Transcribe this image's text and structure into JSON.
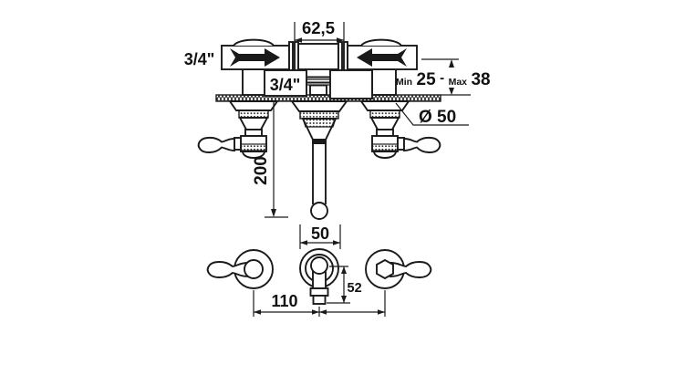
{
  "drawing": {
    "labels": {
      "thread_left": "3/4\"",
      "thread_center": "3/4\"",
      "escutcheon_diameter": "Ø 50"
    },
    "dims": {
      "tee_width": "62,5",
      "depth_min_label": "Min",
      "depth_min_value": "25",
      "depth_dash": "-",
      "depth_max_label": "Max",
      "depth_max_value": "38",
      "spout_drop": "200",
      "rosette_width": "50",
      "spout_projection": "52",
      "valve_spacing": "110"
    },
    "colors": {
      "line": "#1a1a1a",
      "text": "#111111",
      "background": "#ffffff"
    }
  }
}
